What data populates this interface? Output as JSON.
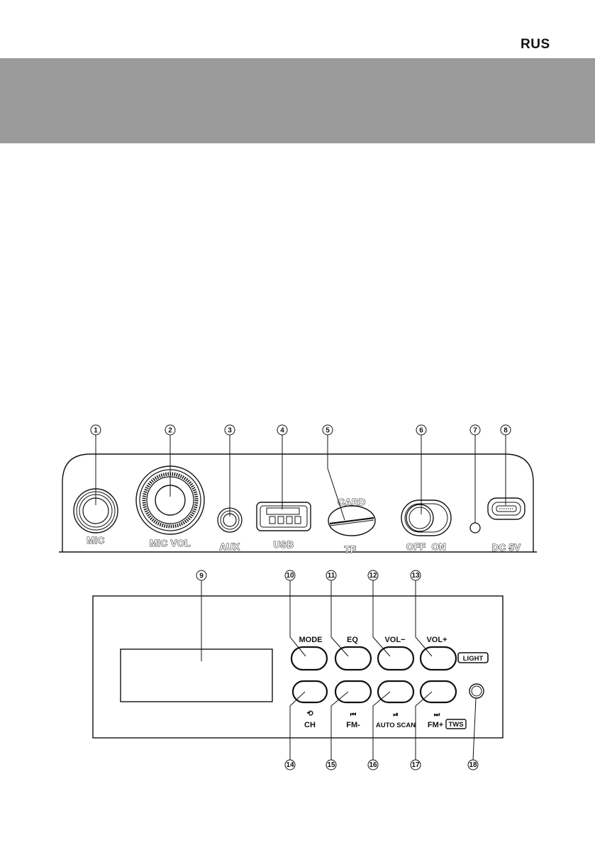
{
  "page": {
    "lang": "RUS"
  },
  "top_panel": {
    "labels": {
      "mic": "MIC",
      "mic_vol": "MIC VOL",
      "aux": "AUX",
      "usb": "USB",
      "card": "CARD",
      "tf": "TF",
      "off_on": "OFF  ON",
      "dc": "DC 5V"
    }
  },
  "front_panel": {
    "buttons": {
      "mode": "MODE",
      "eq": "EQ",
      "vol_minus": "VOL−",
      "vol_plus": "VOL+",
      "light": "LIGHT",
      "ch": "CH",
      "prev_icon": "⏮",
      "fm_minus": "FM-",
      "play_icon": "⏯",
      "auto_scan": "AUTO SCAN",
      "next_icon": "⏭",
      "fm_plus": "FM+",
      "tws": "TWS",
      "repeat_icon": "⟲"
    }
  },
  "callouts": [
    "1",
    "2",
    "3",
    "4",
    "5",
    "6",
    "7",
    "8",
    "9",
    "10",
    "11",
    "12",
    "13",
    "14",
    "15",
    "16",
    "17",
    "18"
  ]
}
